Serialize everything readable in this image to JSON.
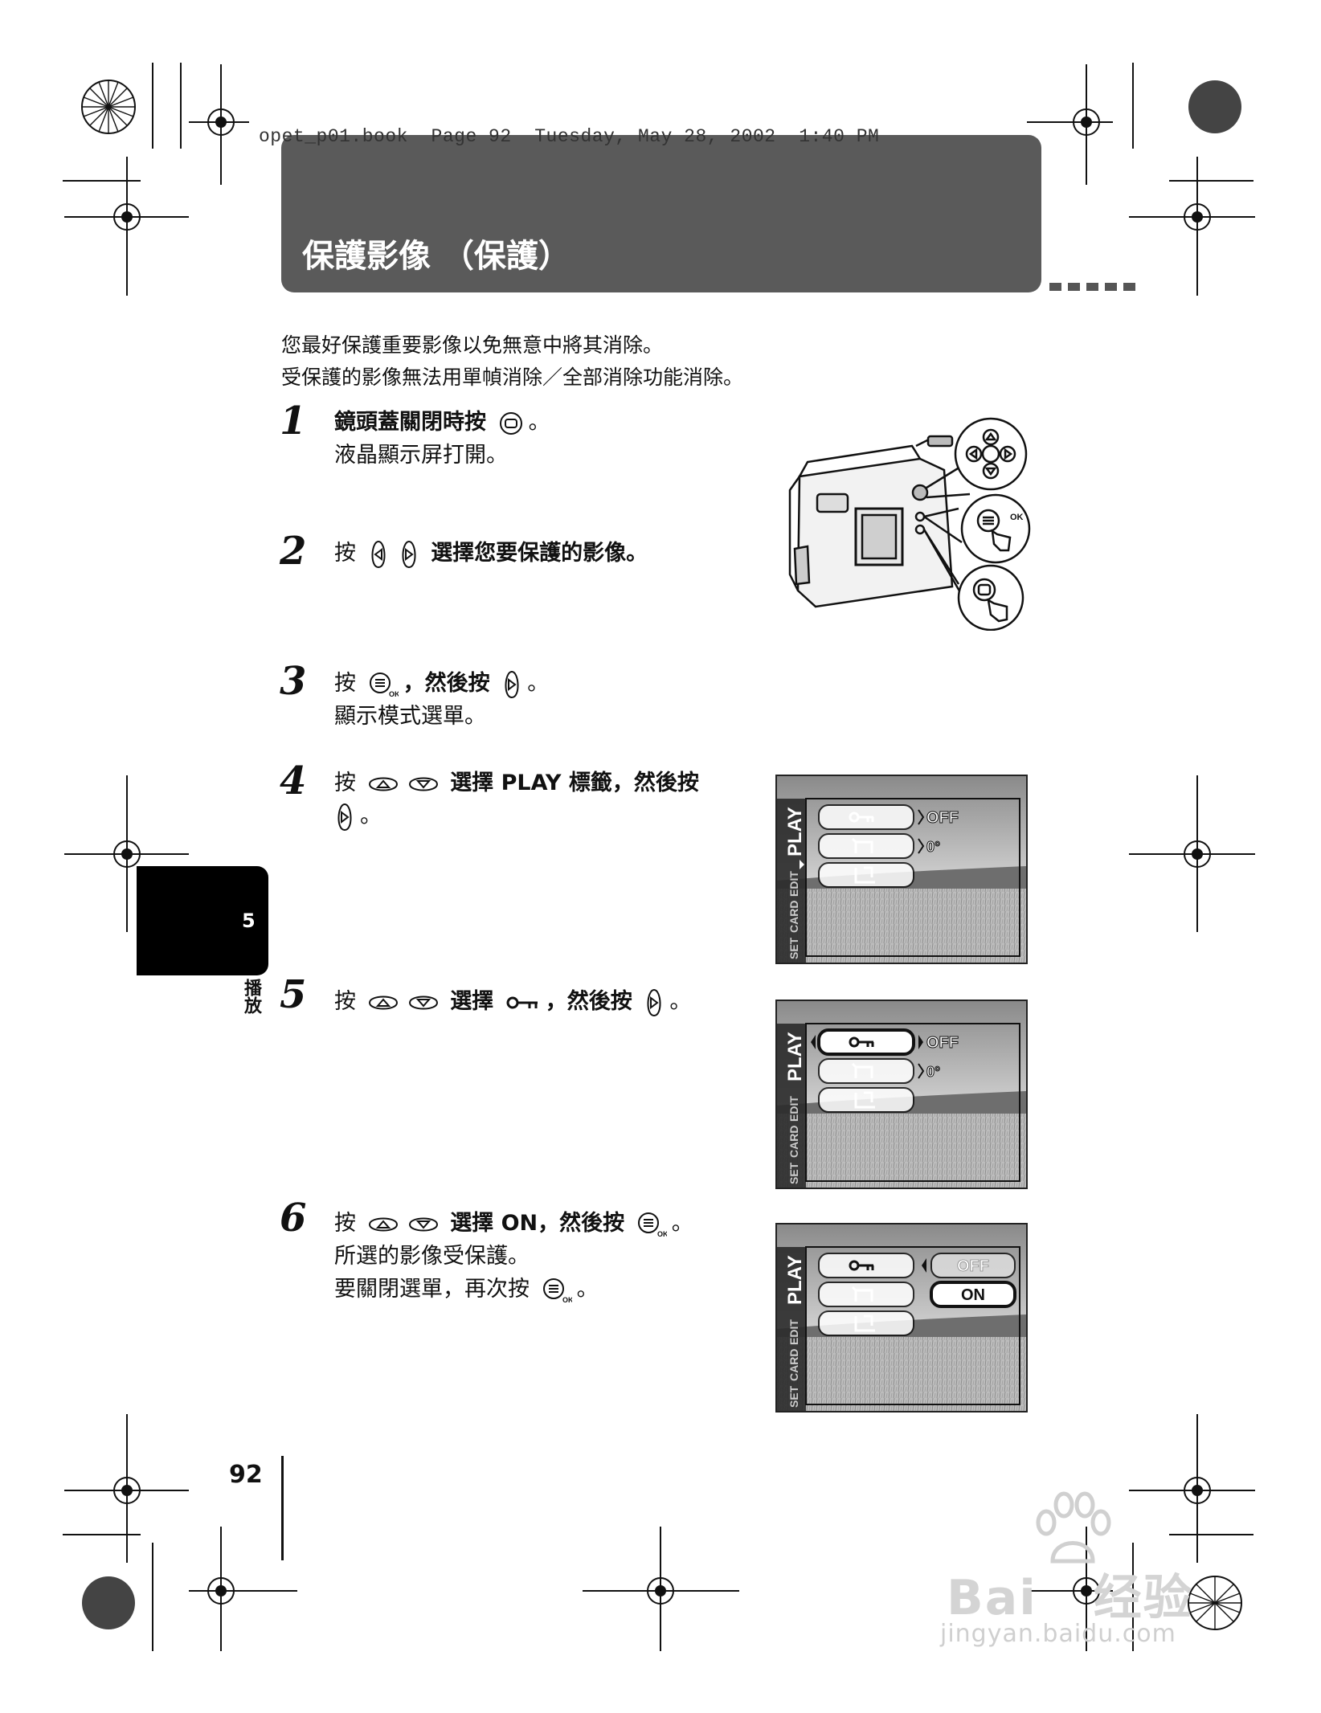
{
  "header_meta": "opet_p01.book  Page 92  Tuesday, May 28, 2002  1:40 PM",
  "title": "保護影像 （保護）",
  "intro": [
    "您最好保護重要影像以免無意中將其消除。",
    "受保護的影像無法用單幀消除／全部消除功能消除。"
  ],
  "steps": [
    {
      "num": "1",
      "a": "鏡頭蓋關閉時按",
      "b": "。",
      "line2": "液晶顯示屏打開。"
    },
    {
      "num": "2",
      "a": "按",
      "b": "選擇您要保護的影像。"
    },
    {
      "num": "3",
      "a": "按",
      "b": "，然後按",
      "c": "。",
      "line2": "顯示模式選單。"
    },
    {
      "num": "4",
      "a": "按",
      "b": "選擇 PLAY 標籤，然後按",
      "c": "。"
    },
    {
      "num": "5",
      "a": "按",
      "b": "選擇",
      "c": "，然後按",
      "d": "。"
    },
    {
      "num": "6",
      "a": "按",
      "b": "選擇 ON，然後按",
      "c": "。",
      "line2": "所選的影像受保護。",
      "line3a": "要關閉選單，再次按",
      "line3b": "。"
    }
  ],
  "camera_labels": {
    "ok": "OK"
  },
  "lcd": {
    "tabs": [
      "PLAY",
      "EDIT",
      "CARD",
      "SET"
    ],
    "off": "OFF",
    "on": "ON",
    "rotate": "0°"
  },
  "side_tab": {
    "number": "5",
    "label": "播放"
  },
  "page_number": "92",
  "watermark": {
    "main": "Bai",
    "brand": "经验",
    "sub": "jingyan.baidu.com"
  }
}
